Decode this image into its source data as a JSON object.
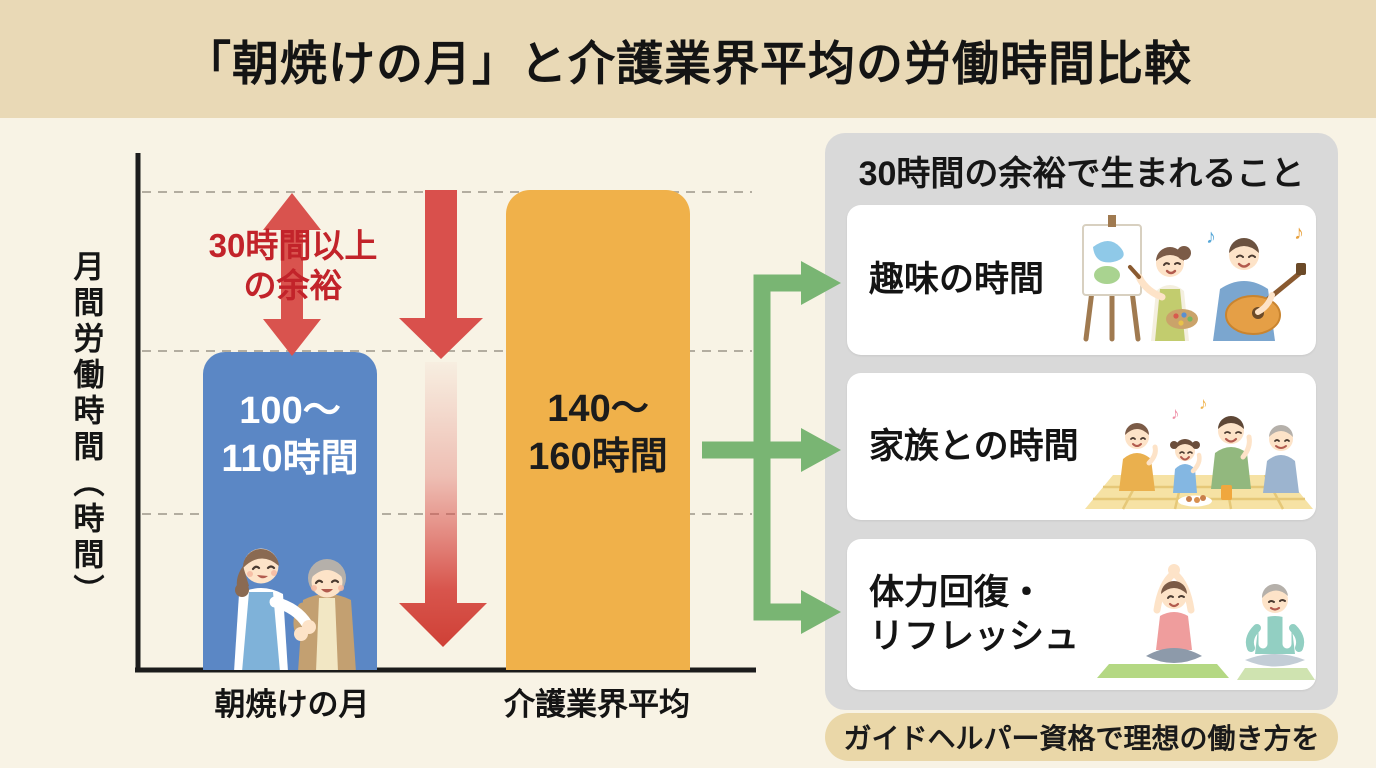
{
  "title": "「朝焼けの月」と介護業界平均の労働時間比較",
  "chart": {
    "y_axis_label": "月間労働時間（時間）",
    "gap_line1": "30時間以上",
    "gap_line2": "の余裕",
    "gap_annotation": "30時間以上の余裕",
    "bars": [
      {
        "label": "朝焼けの月",
        "value_line1": "100〜",
        "value_line2": "110時間",
        "value": "100〜110時間",
        "color": "#5b87c5"
      },
      {
        "label": "介護業界平均",
        "value_line1": "140〜",
        "value_line2": "160時間",
        "value": "140〜160時間",
        "color": "#f0b14a"
      }
    ]
  },
  "panel": {
    "title": "30時間の余裕で生まれること",
    "cards": [
      {
        "label": "趣味の時間",
        "illustration": "painting-and-guitar"
      },
      {
        "label": "家族との時間",
        "illustration": "family-picnic"
      },
      {
        "label": "体力回復・リフレッシュ",
        "label_line1": "体力回復・",
        "label_line2": "リフレッシュ",
        "illustration": "yoga-meditation"
      }
    ]
  },
  "banner": "ガイドヘルパー資格で理想の働き方を",
  "icons": {
    "music_note": "♪"
  },
  "colors": {
    "background": "#f8f3e5",
    "title_band": "#e9d9b6",
    "bar_blue": "#5b87c5",
    "bar_orange": "#f0b14a",
    "arrow_red": "#d9534e",
    "annotation_red": "#c2232a",
    "connector_green": "#79b573",
    "panel_gray": "#d9d9d9",
    "card_white": "#ffffff",
    "banner_tan": "#ead7a8"
  },
  "chart_data": {
    "type": "bar",
    "title": "「朝焼けの月」と介護業界平均の労働時間比較",
    "categories": [
      "朝焼けの月",
      "介護業界平均"
    ],
    "series": [
      {
        "name": "月間労働時間",
        "value_ranges": [
          [
            100,
            110
          ],
          [
            140,
            160
          ]
        ],
        "display_labels": [
          "100〜110時間",
          "140〜160時間"
        ]
      }
    ],
    "ylabel": "月間労働時間（時間）",
    "ylim": [
      0,
      160
    ],
    "y_gridlines": [
      50,
      100,
      150
    ],
    "grid": "dashed",
    "legend": "none",
    "bar_colors": [
      "#5b87c5",
      "#f0b14a"
    ],
    "annotations": [
      {
        "type": "gap-double-arrow",
        "text": "30時間以上の余裕",
        "from": 100,
        "to": 150
      },
      {
        "type": "down-arrow",
        "meaning": "difference between industry average and company hours"
      },
      {
        "type": "callout-panel",
        "title": "30時間の余裕で生まれること",
        "items": [
          "趣味の時間",
          "家族との時間",
          "体力回復・リフレッシュ"
        ]
      },
      {
        "type": "footer-banner",
        "text": "ガイドヘルパー資格で理想の働き方を"
      }
    ]
  }
}
